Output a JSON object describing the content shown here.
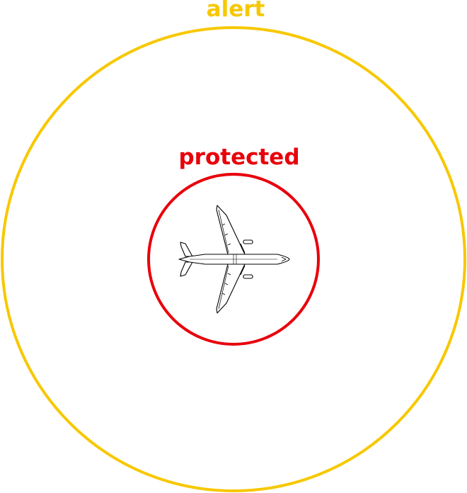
{
  "zones": {
    "alert": {
      "label": "alert",
      "color": "#f7c800"
    },
    "protected": {
      "label": "protected",
      "color": "#e8000b"
    }
  },
  "aircraft": {
    "icon": "airplane-top-view-icon",
    "heading": "east"
  }
}
